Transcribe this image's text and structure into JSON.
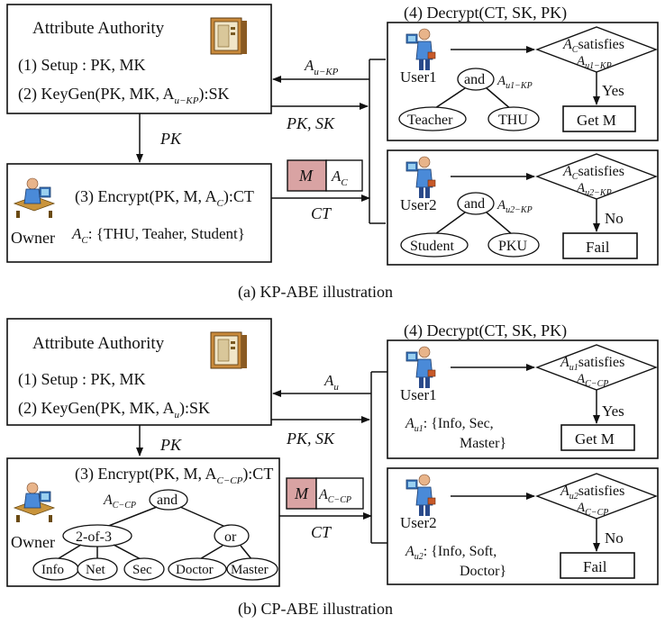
{
  "kp": {
    "authority_title": "Attribute Authority",
    "setup": "(1) Setup : PK, MK",
    "keygen": "(2) KeyGen(PK, MK, A",
    "keygen_sub": "u−KP",
    "keygen_tail": "):SK",
    "arrow_attr": "A",
    "arrow_attr_sub": "u−KP",
    "pk_label": "PK",
    "pksk_label": "PK, SK",
    "ct_label": "CT",
    "msg_m": "M",
    "msg_a": "A",
    "msg_a_sub": "C",
    "encrypt": "(3) Encrypt(PK, M, A",
    "encrypt_sub": "C",
    "encrypt_tail": "):CT",
    "owner_label": "Owner",
    "owner_attrs_a": "A",
    "owner_attrs_sub": "C",
    "owner_attrs": ": {THU, Teaher, Student}",
    "decrypt_title": "(4) Decrypt(CT, SK, PK)",
    "user1": {
      "name": "User1",
      "tree_and": "and",
      "tree_attr": "A",
      "tree_attr_sub": "u1−KP",
      "leaf1": "Teacher",
      "leaf2": "THU",
      "cond_a": "A",
      "cond_a_sub": "C",
      "cond_text": "satisfies",
      "cond_b": "A",
      "cond_b_sub": "u1−KP",
      "answer": "Yes",
      "result": "Get M"
    },
    "user2": {
      "name": "User2",
      "tree_and": "and",
      "tree_attr": "A",
      "tree_attr_sub": "u2−KP",
      "leaf1": "Student",
      "leaf2": "PKU",
      "cond_a": "A",
      "cond_a_sub": "C",
      "cond_text": "satisfies",
      "cond_b": "A",
      "cond_b_sub": "u2−KP",
      "answer": "No",
      "result": "Fail"
    },
    "caption": "(a) KP-ABE illustration"
  },
  "cp": {
    "authority_title": "Attribute Authority",
    "setup": "(1) Setup : PK, MK",
    "keygen": "(2) KeyGen(PK, MK, A",
    "keygen_sub": "u",
    "keygen_tail": "):SK",
    "arrow_attr": "A",
    "arrow_attr_sub": "u",
    "pk_label": "PK",
    "pksk_label": "PK, SK",
    "ct_label": "CT",
    "msg_m": "M",
    "msg_a": "A",
    "msg_a_sub": "C−CP",
    "encrypt": "(3) Encrypt(PK, M, A",
    "encrypt_sub": "C−CP",
    "encrypt_tail": "):CT",
    "owner_label": "Owner",
    "tree_label": "A",
    "tree_label_sub": "C−CP",
    "tree_root": "and",
    "tree_left": "2-of-3",
    "tree_right": "or",
    "leaves": [
      "Info",
      "Net",
      "Sec",
      "Doctor",
      "Master"
    ],
    "decrypt_title": "(4) Decrypt(CT, SK, PK)",
    "user1": {
      "name": "User1",
      "attrs_a": "A",
      "attrs_sub": "u1",
      "attrs_line1": ": {Info, Sec,",
      "attrs_line2": "Master}",
      "cond_a": "A",
      "cond_a_sub": "u1",
      "cond_text": "satisfies",
      "cond_b": "A",
      "cond_b_sub": "C−CP",
      "answer": "Yes",
      "result": "Get M"
    },
    "user2": {
      "name": "User2",
      "attrs_a": "A",
      "attrs_sub": "u2",
      "attrs_line1": ": {Info, Soft,",
      "attrs_line2": "Doctor}",
      "cond_a": "A",
      "cond_a_sub": "u2",
      "cond_text": "satisfies",
      "cond_b": "A",
      "cond_b_sub": "C−CP",
      "answer": "No",
      "result": "Fail"
    },
    "caption": "(b) CP-ABE illustration"
  },
  "colors": {
    "message_fill": "#d9a3a3",
    "ink": "#111111"
  }
}
